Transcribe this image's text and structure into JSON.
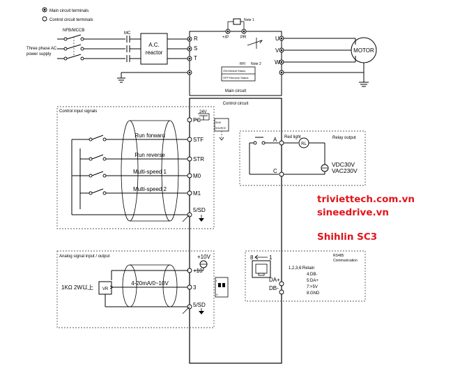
{
  "legend": {
    "main_terminals": "Main circuit terminals",
    "control_terminals": "Control circuit terminals"
  },
  "power": {
    "breaker": "NFB/MCCB",
    "supply_line1": "Three phase AC",
    "supply_line2": "power supply",
    "contactor": "MC",
    "reactor_line1": "A.C.",
    "reactor_line2": "reactor"
  },
  "main_circuit": {
    "inputs": [
      "R",
      "S",
      "T"
    ],
    "dc_plus": "+/P",
    "dc_pr": "PR",
    "note1": "Note 1",
    "outputs": [
      "U",
      "V",
      "W"
    ],
    "rfi_label": "RFI",
    "note2": "Note 2",
    "rfi_lines": [
      "ON:Default Status",
      "OFF:Remove Status"
    ],
    "label": "Main circuit",
    "motor": "MOTOR"
  },
  "control": {
    "label": "Control circuit",
    "input_title": "Control input signals",
    "supply": "24V",
    "common": "PC",
    "signals": [
      "Run forward",
      "Run reverse",
      "Multi-speed 1",
      "Multi-speed 2"
    ],
    "terminals": [
      "STF",
      "STR",
      "M0",
      "M1"
    ],
    "sd": "5/SD",
    "switch_lines": [
      "SINK",
      "SOURCE"
    ]
  },
  "relay": {
    "title": "Relay output",
    "light": "Red light",
    "rl": "RL",
    "a": "A",
    "c": "C",
    "vdc": "VDC30V",
    "vac": "VAC230V"
  },
  "analog": {
    "title": "Analog signal input / output",
    "plus10v": "+10V",
    "plus10": "+10",
    "terminal3": "3",
    "sd": "5/SD",
    "resistor": "1KΩ 2W以上",
    "vr": "VR",
    "signal": "4-20mA/0~10V",
    "switch_top": "I",
    "switch_bottom": "V"
  },
  "rs485": {
    "title_line1": "RS485",
    "title_line2": "Communication",
    "pin8": "8",
    "pin1": "1",
    "da": "DA+",
    "db": "DB-",
    "pins": [
      "1,2,3,6:Retain",
      "4:DB-",
      "5:DA+",
      "7:+5V",
      "8:GND"
    ]
  },
  "watermark": {
    "site1": "triviettech.com.vn",
    "site2": "sineedrive.vn",
    "model": "Shihlin SC3"
  },
  "colors": {
    "watermark": "#e1141b",
    "line": "#000000",
    "dashed": "#555555"
  }
}
